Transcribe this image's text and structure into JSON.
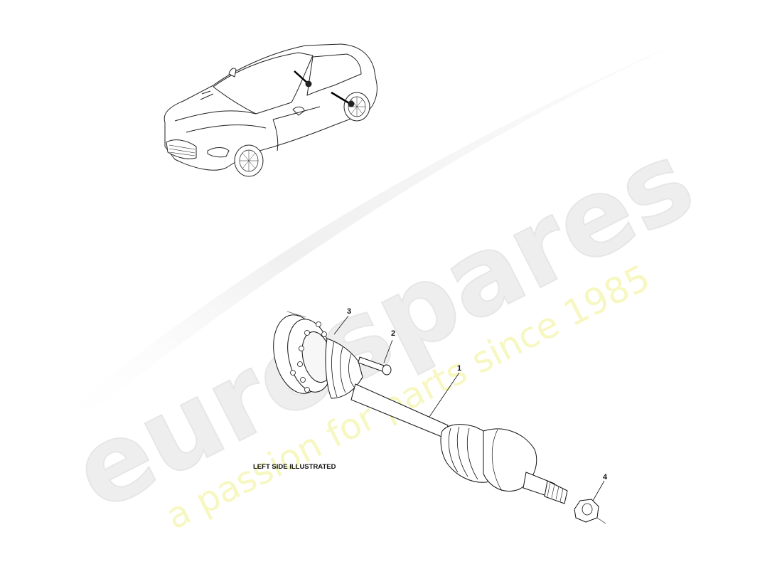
{
  "watermark": {
    "brand": "eurospares",
    "tagline": "a passion for parts since 1985",
    "brand_color": "#e8e8e8",
    "tagline_color": "#f4f4a8"
  },
  "diagram": {
    "note": "LEFT SIDE ILLUSTRATED",
    "callouts": [
      {
        "id": "1",
        "label": "1"
      },
      {
        "id": "2",
        "label": "2"
      },
      {
        "id": "3",
        "label": "3"
      },
      {
        "id": "4",
        "label": "4"
      }
    ]
  }
}
